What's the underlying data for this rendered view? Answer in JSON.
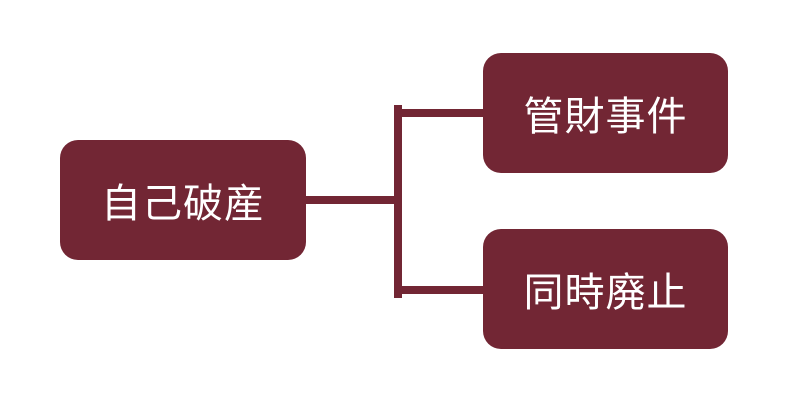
{
  "diagram": {
    "root": {
      "label": "自己破産"
    },
    "branches": [
      {
        "label": "管財事件"
      },
      {
        "label": "同時廃止"
      }
    ],
    "colors": {
      "node_fill": "#722634",
      "connector": "#722634",
      "text": "#ffffff",
      "background": "#ffffff"
    }
  }
}
